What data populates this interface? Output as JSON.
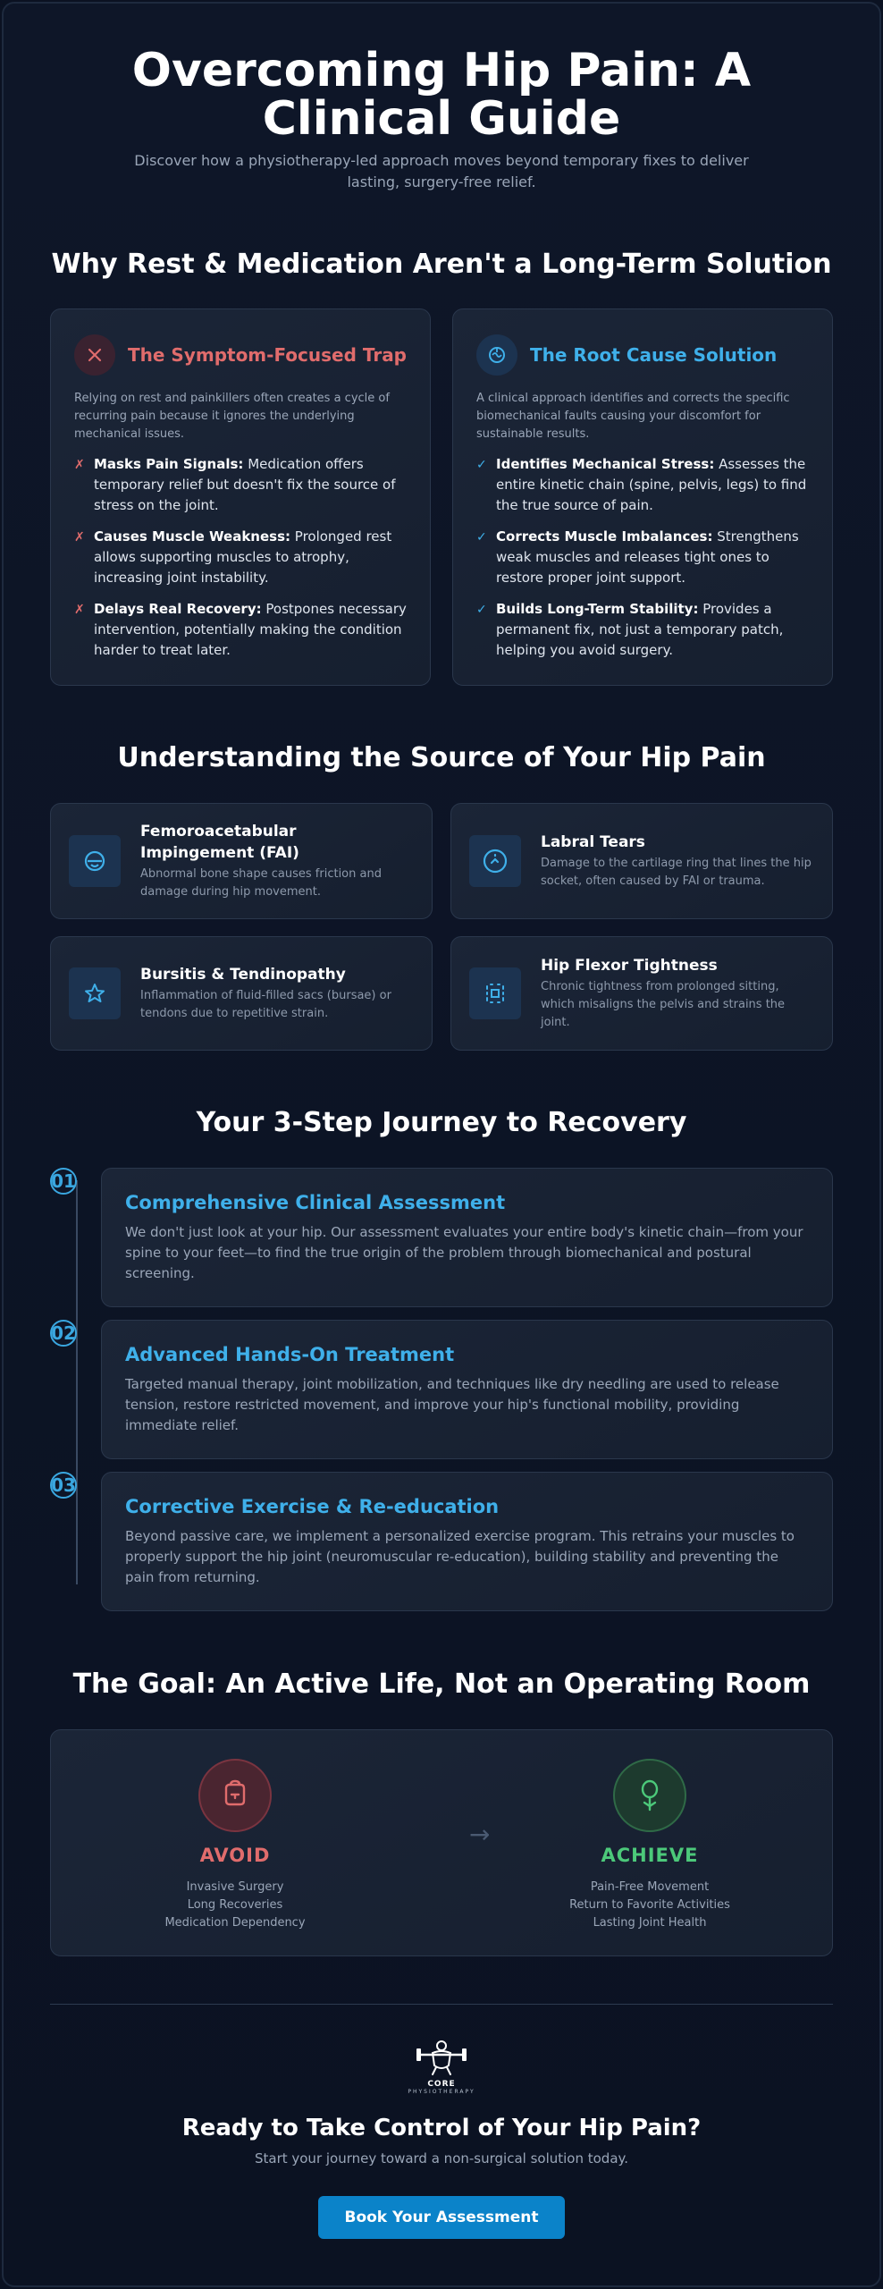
{
  "hero": {
    "title": "Overcoming Hip Pain: A Clinical Guide",
    "subtitle": "Discover how a physiotherapy-led approach moves beyond temporary fixes to deliver lasting, surgery-free relief."
  },
  "why": {
    "heading": "Why Rest & Medication Aren't a Long-Term Solution",
    "trap": {
      "title": "The Symptom-Focused Trap",
      "icon": "x-icon",
      "accent": "#e06c6c",
      "intro": "Relying on rest and painkillers often creates a cycle of recurring pain because it ignores the underlying mechanical issues.",
      "mark": "✗",
      "items": [
        {
          "strong": "Masks Pain Signals:",
          "text": " Medication offers temporary relief but doesn't fix the source of stress on the joint."
        },
        {
          "strong": "Causes Muscle Weakness:",
          "text": " Prolonged rest allows supporting muscles to atrophy, increasing joint instability."
        },
        {
          "strong": "Delays Real Recovery:",
          "text": " Postpones necessary intervention, potentially making the condition harder to treat later."
        }
      ]
    },
    "root": {
      "title": "The Root Cause Solution",
      "icon": "brain-icon",
      "accent": "#3fb0ea",
      "intro": "A clinical approach identifies and corrects the specific biomechanical faults causing your discomfort for sustainable results.",
      "mark": "✓",
      "items": [
        {
          "strong": "Identifies Mechanical Stress:",
          "text": " Assesses the entire kinetic chain (spine, pelvis, legs) to find the true source of pain."
        },
        {
          "strong": "Corrects Muscle Imbalances:",
          "text": " Strengthens weak muscles and releases tight ones to restore proper joint support."
        },
        {
          "strong": "Builds Long-Term Stability:",
          "text": " Provides a permanent fix, not just a temporary patch, helping you avoid surgery."
        }
      ]
    }
  },
  "source": {
    "heading": "Understanding the Source of Your Hip Pain",
    "items": [
      {
        "icon": "joint-icon",
        "title": "Femoroacetabular Impingement (FAI)",
        "desc": "Abnormal bone shape causes friction and damage during hip movement."
      },
      {
        "icon": "ring-icon",
        "title": "Labral Tears",
        "desc": "Damage to the cartilage ring that lines the hip socket, often caused by FAI or trauma."
      },
      {
        "icon": "inflammation-icon",
        "title": "Bursitis & Tendinopathy",
        "desc": "Inflammation of fluid-filled sacs (bursae) or tendons due to repetitive strain."
      },
      {
        "icon": "tightness-icon",
        "title": "Hip Flexor Tightness",
        "desc": "Chronic tightness from prolonged sitting, which misaligns the pelvis and strains the joint."
      }
    ]
  },
  "journey": {
    "heading": "Your 3-Step Journey to Recovery",
    "steps": [
      {
        "num": "01",
        "title": "Comprehensive Clinical Assessment",
        "desc": "We don't just look at your hip. Our assessment evaluates your entire body's kinetic chain—from your spine to your feet—to find the true origin of the problem through biomechanical and postural screening."
      },
      {
        "num": "02",
        "title": "Advanced Hands-On Treatment",
        "desc": "Targeted manual therapy, joint mobilization, and techniques like dry needling are used to release tension, restore restricted movement, and improve your hip's functional mobility, providing immediate relief."
      },
      {
        "num": "03",
        "title": "Corrective Exercise & Re-education",
        "desc": "Beyond passive care, we implement a personalized exercise program. This retrains your muscles to properly support the hip joint (neuromuscular re-education), building stability and preventing the pain from returning."
      }
    ]
  },
  "goal": {
    "heading": "The Goal: An Active Life, Not an Operating Room",
    "avoid": {
      "label": "AVOID",
      "icon": "hospital-bed-icon",
      "color": "#e06c6c",
      "items": [
        "Invasive Surgery",
        "Long Recoveries",
        "Medication Dependency"
      ]
    },
    "arrow": "→",
    "achieve": {
      "label": "ACHIEVE",
      "icon": "active-person-icon",
      "color": "#4cc97a",
      "items": [
        "Pain-Free Movement",
        "Return to Favorite Activities",
        "Lasting Joint Health"
      ]
    }
  },
  "cta": {
    "logo_name": "CORE",
    "logo_sub": "PHYSIOTHERAPY",
    "title": "Ready to Take Control of Your Hip Pain?",
    "subtitle": "Start your journey toward a non-surgical solution today.",
    "button": "Book Your Assessment"
  }
}
